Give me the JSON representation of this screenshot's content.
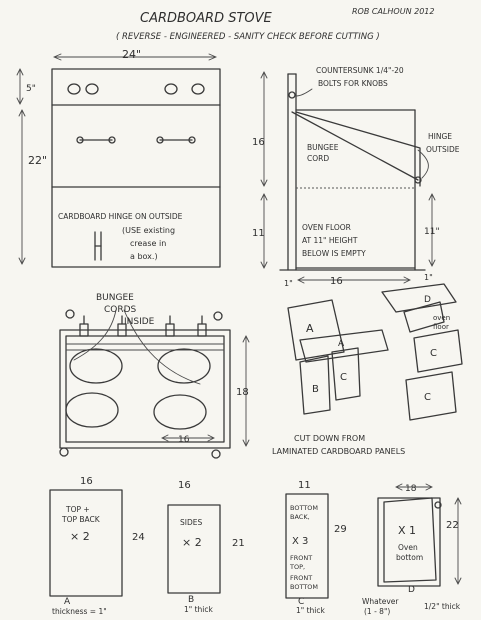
{
  "header": {
    "title": "CARDBOARD STOVE",
    "subtitle": "( REVERSE - ENGINEERED - SANITY CHECK BEFORE CUTTING )",
    "author": "ROB CALHOUN 2012"
  },
  "front_view": {
    "width_label": "24\"",
    "top_height_label": "5\"",
    "bottom_height_label": "22\"",
    "hinge_note_line1": "CARDBOARD HINGE ON OUTSIDE",
    "hinge_note_line2": "(USE existing",
    "hinge_note_line3": "crease in",
    "hinge_note_line4": "a box.)"
  },
  "side_view": {
    "bolts_line1": "COUNTERSUNK 1/4\"-20",
    "bolts_line2": "BOLTS FOR KNOBS",
    "height_upper": "16",
    "height_lower": "11",
    "bungee_line1": "BUNGEE",
    "bungee_line2": "CORD",
    "hinge_line1": "HINGE",
    "hinge_line2": "OUTSIDE",
    "floor_line1": "OVEN FLOOR",
    "floor_line2": "AT 11\" HEIGHT",
    "floor_line3": "BELOW IS EMPTY",
    "right_height": "11\"",
    "bottom_width": "16",
    "left_foot": "1\"",
    "right_foot": "1\""
  },
  "top_view": {
    "note_line1": "BUNGEE",
    "note_line2": "CORDS",
    "note_line3": "INSIDE",
    "depth_label": "18",
    "inner_width": "16"
  },
  "exploded": {
    "letters": [
      "A",
      "A",
      "B",
      "C",
      "C",
      "C",
      "D"
    ],
    "oven_floor_line1": "oven",
    "oven_floor_line2": "floor",
    "caption_line1": "CUT DOWN FROM",
    "caption_line2": "LAMINATED CARDBOARD PANELS"
  },
  "panels": {
    "a": {
      "top_width": "16",
      "label_line1": "TOP +",
      "label_line2": "TOP BACK",
      "count": "× 2",
      "height": "24",
      "letter": "A",
      "thickness": "thickness = 1\""
    },
    "b": {
      "top_width": "16",
      "label": "SIDES",
      "count": "× 2",
      "height": "21",
      "letter": "B",
      "thickness": "1\" thick"
    },
    "c": {
      "top_width": "11",
      "label_line1": "BOTTOM",
      "label_line2": "BACK,",
      "count": "X 3",
      "label_line3": "FRONT",
      "label_line4": "TOP,",
      "label_line5": "FRONT",
      "label_line6": "BOTTOM",
      "height": "29",
      "letter": "C",
      "thickness": "1\" thick"
    },
    "d": {
      "top_width": "18",
      "count": "X 1",
      "label_line1": "Oven",
      "label_line2": "bottom",
      "height": "22",
      "letter": "D",
      "whatever_line1": "Whatever",
      "whatever_line2": "(1 - 8\")",
      "thickness": "1/2\" thick"
    }
  }
}
